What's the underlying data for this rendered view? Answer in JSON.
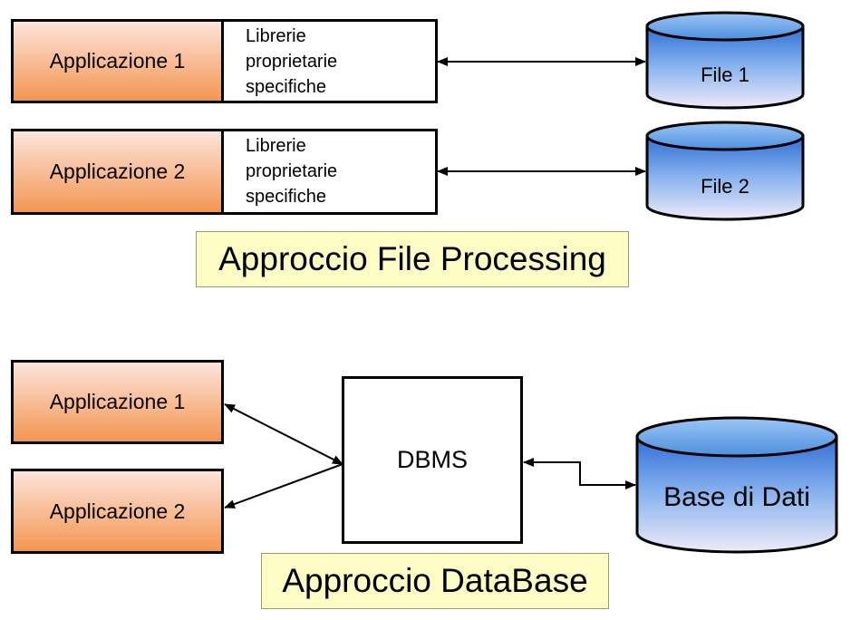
{
  "file_processing": {
    "rows": [
      {
        "app_label": "Applicazione 1",
        "lib_lines": [
          "Librerie",
          "proprietarie",
          "specifiche"
        ],
        "file_label": "File 1"
      },
      {
        "app_label": "Applicazione 2",
        "lib_lines": [
          "Librerie",
          "proprietarie",
          "specifiche"
        ],
        "file_label": "File 2"
      }
    ],
    "caption": "Approccio File Processing"
  },
  "database": {
    "apps": [
      "Applicazione 1",
      "Applicazione 2"
    ],
    "dbms_label": "DBMS",
    "db_label": "Base di Dati",
    "caption": "Approccio DataBase"
  },
  "colors": {
    "app_gradient_light": "#fde4dd",
    "app_gradient_dark": "#f39653",
    "cylinder_top": "#6aa8e8",
    "cylinder_body_dark": "#2f6fd6",
    "cylinder_body_light": "#eeeaf8",
    "caption_fill": "#fcfcc4"
  }
}
